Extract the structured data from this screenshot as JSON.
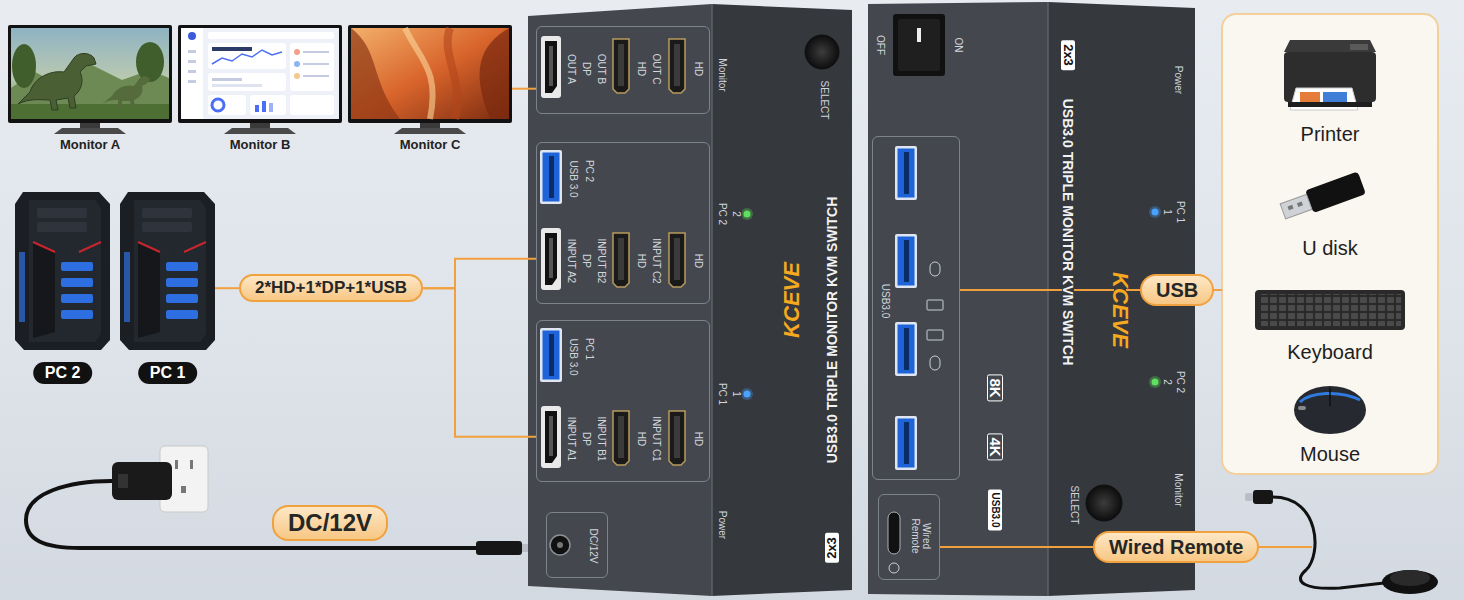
{
  "diagram": {
    "nodes": [
      {
        "text": [
          "Monitor A"
        ]
      },
      {
        "text": [
          "Monitor B"
        ]
      },
      {
        "text": [
          "Monitor C"
        ]
      },
      {
        "text": [
          "PC 2"
        ]
      },
      {
        "text": [
          "PC 1"
        ]
      },
      {
        "text": [
          "2*HD+1*DP+1*USB"
        ]
      },
      {
        "text": [
          "2x3",
          "USB3.0 TRIPLE MONITOR KVM SWITCH",
          "KCEVE"
        ]
      },
      {
        "text": [
          "OUT A",
          "OUT B",
          "DP",
          "OUT C",
          "HD",
          "HD"
        ],
        "in": 6
      },
      {
        "text": [
          "USB 3.0",
          "PC 2",
          "INPUT A2",
          "INPUT B2",
          "DP",
          "INPUT C2",
          "HD",
          "HD"
        ],
        "in": 6
      },
      {
        "text": [
          "USB 3.0",
          "PC 1",
          "INPUT A1",
          "INPUT B1",
          "DP",
          "INPUT C1",
          "HD",
          "HD"
        ],
        "in": 6
      },
      {
        "text": [
          "DC/12V"
        ],
        "in": 6
      },
      {
        "text": [
          "DC/12V"
        ]
      },
      {
        "text": [
          "2x3",
          "USB3.0 TRIPLE MONITOR KVM SWITCH",
          "KCEVE"
        ]
      },
      {
        "text": [
          "USB3.0"
        ],
        "in": 12
      },
      {
        "text": [
          "Wired Remote"
        ],
        "in": 12
      },
      {
        "text": [
          "USB"
        ]
      },
      {
        "text": [
          "Printer"
        ]
      },
      {
        "text": [
          "U disk"
        ]
      },
      {
        "text": [
          "Keyboard"
        ]
      },
      {
        "text": [
          "Mouse"
        ]
      },
      {
        "text": [
          "Wired Remote"
        ]
      }
    ],
    "edges": [
      {
        "from": 2,
        "to": 7,
        "arrow": "none"
      },
      {
        "from": 4,
        "to": 5,
        "arrow": "none"
      },
      {
        "from": 5,
        "to": 8,
        "arrow": "none"
      },
      {
        "from": 5,
        "to": 9,
        "arrow": "none"
      },
      {
        "from": 13,
        "to": 15,
        "arrow": "none"
      },
      {
        "from": 14,
        "to": 20,
        "arrow": "none"
      }
    ],
    "labels": [
      "Monitor",
      "SELECT",
      "PC 2",
      "2",
      "PC 1",
      "1",
      "Power",
      "OFF",
      "ON",
      "PC 1",
      "1",
      "PC 2",
      "2",
      "8K",
      "4K",
      "USB3.0",
      "SELECT",
      "Monitor",
      "Power"
    ]
  }
}
